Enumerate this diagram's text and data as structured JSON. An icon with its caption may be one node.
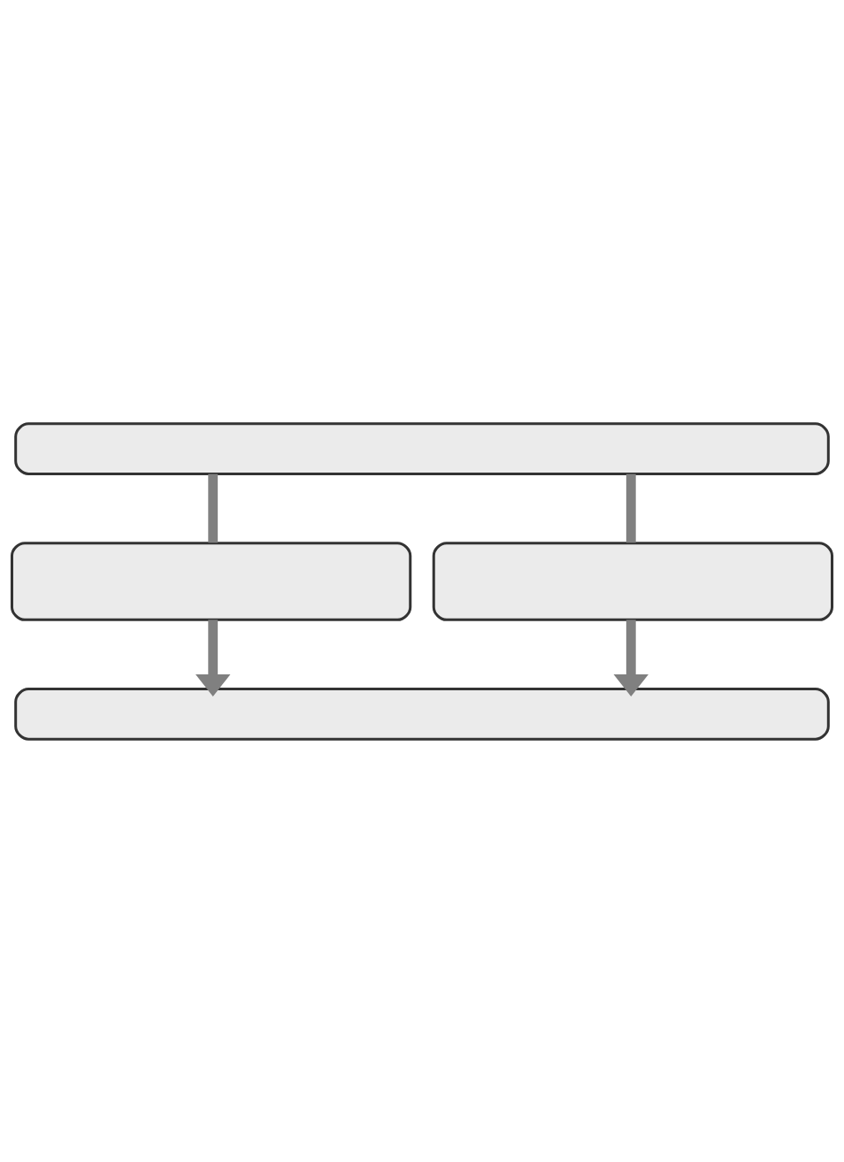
{
  "diagram": {
    "nodes": [
      {
        "text": [],
        "shape": "box"
      },
      {
        "text": [],
        "shape": "box"
      },
      {
        "text": [],
        "shape": "box"
      },
      {
        "text": [],
        "shape": "box"
      }
    ],
    "edges": [
      {
        "from": 0,
        "to": 1,
        "arrow": "none"
      },
      {
        "from": 0,
        "to": 2,
        "arrow": "none"
      },
      {
        "from": 1,
        "to": 3,
        "arrow": "to"
      },
      {
        "from": 2,
        "to": 3,
        "arrow": "to"
      }
    ]
  }
}
